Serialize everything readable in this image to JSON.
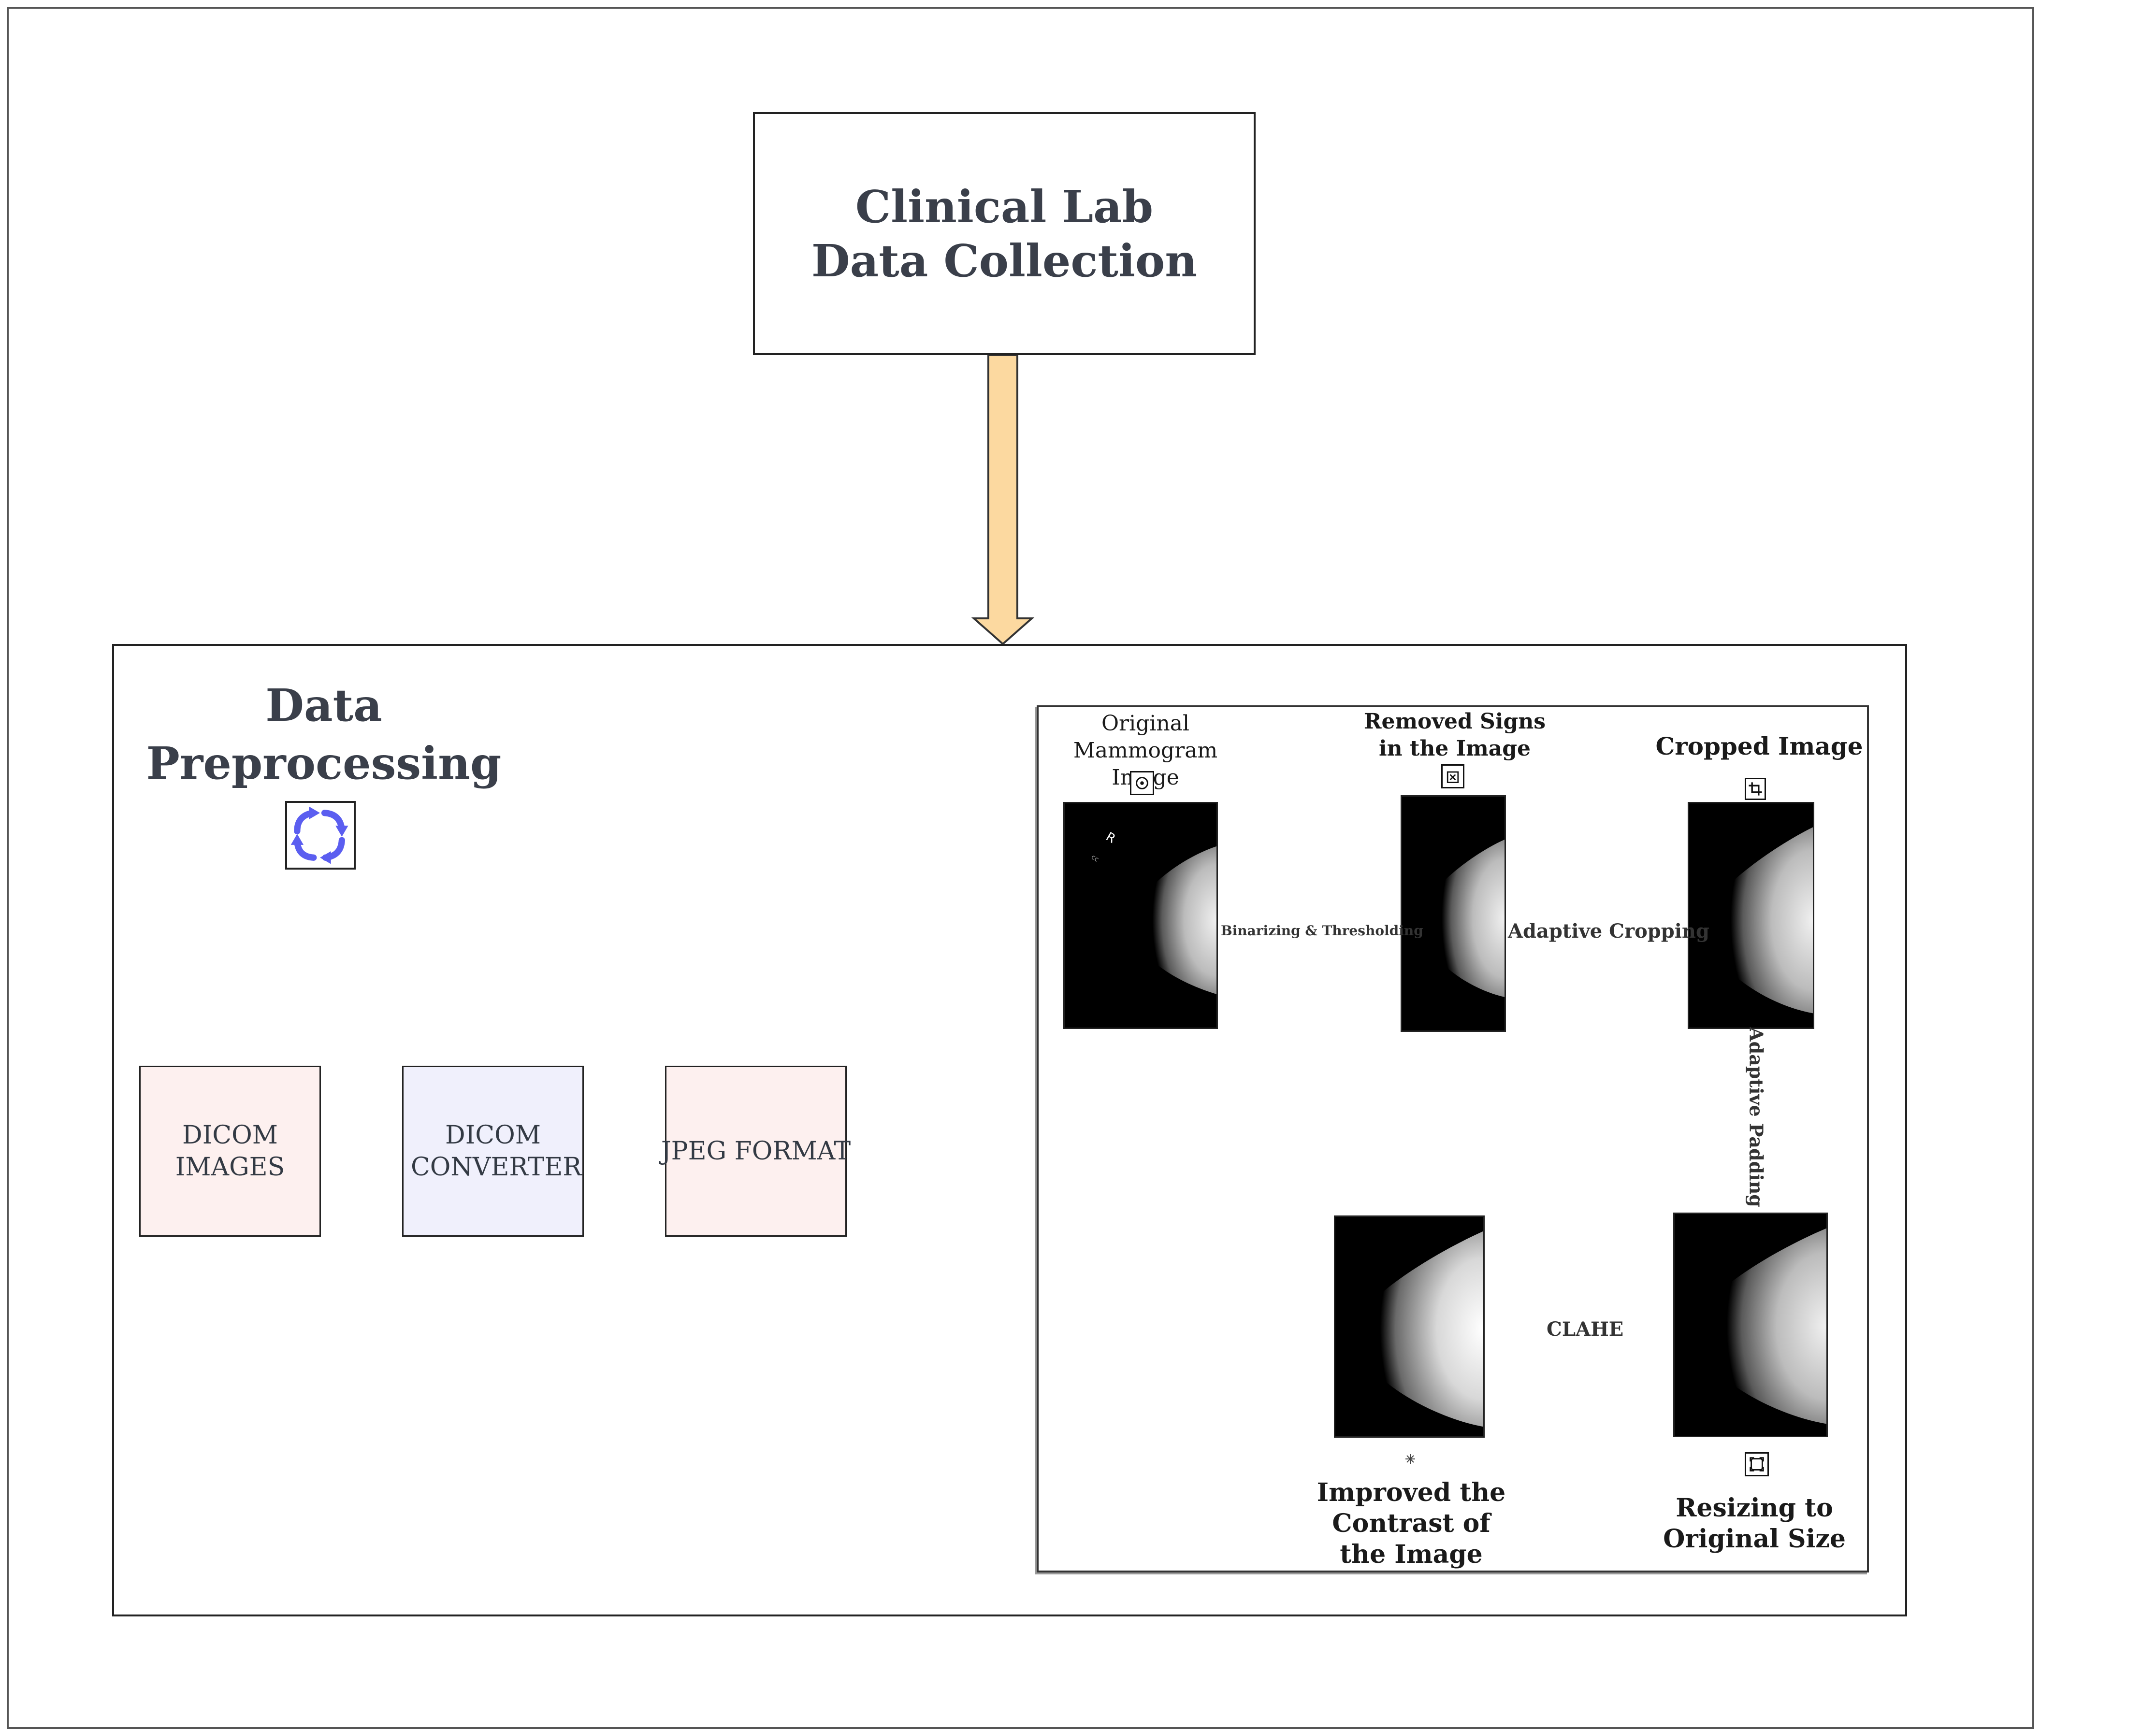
{
  "clinical": {
    "title": "Clinical Lab Data Collection"
  },
  "preprocessing": {
    "title": "Data Preprocessing"
  },
  "flow": {
    "dicom_images": "DICOM IMAGES",
    "dicom_converter": "DICOM CONVERTER",
    "jpeg_format": "JPEG FORMAT"
  },
  "pipeline": {
    "original": "Original Mammogram Image",
    "removed_signs": "Removed Signs in the Image",
    "cropped": "Cropped Image",
    "resizing": "Resizing to Original Size",
    "improved": "Improved the Contrast of the Image",
    "step_binarize": "Binarizing & Thresholding",
    "step_cropping": "Adaptive Cropping",
    "step_padding": "Adaptive Padding",
    "step_clahe": "CLAHE"
  },
  "colors": {
    "arrow_fill": "#fcd9a0",
    "arrow_stroke": "#333333",
    "dicom_images_fill": "#fdf0ef",
    "dicom_converter_fill": "#f0f0fc",
    "jpeg_fill": "#fdf0ef",
    "icon_accent": "#5b5ef0"
  }
}
